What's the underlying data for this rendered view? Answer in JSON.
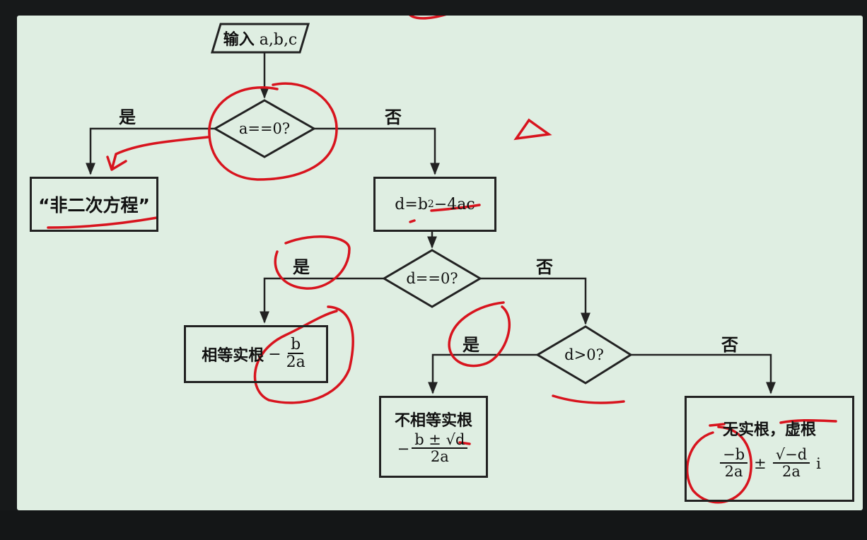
{
  "diagram": {
    "input": {
      "label": "输入",
      "vars": "a,b,c"
    },
    "decision_a": {
      "label": "a==0?"
    },
    "decision_a_yes": "是",
    "decision_a_no": "否",
    "non_quadratic": {
      "text": "“非二次方程”"
    },
    "discriminant": {
      "prefix": "d=b",
      "sup": "2",
      "suffix": "−4ac"
    },
    "decision_d_eq": {
      "label": "d==0?"
    },
    "decision_d_eq_yes": "是",
    "decision_d_eq_no": "否",
    "equal_roots": {
      "label": "相等实根",
      "sign": "−",
      "num": "b",
      "den": "2a"
    },
    "decision_d_gt": {
      "label": "d>0?"
    },
    "decision_d_gt_yes": "是",
    "decision_d_gt_no": "否",
    "unequal_roots": {
      "label": "不相等实根",
      "sign": "−",
      "num": "b ± √d",
      "den": "2a"
    },
    "no_real_roots": {
      "label": "无实根，虚根",
      "num1": "−b",
      "den1": "2a",
      "pm": "±",
      "num2": "√−d",
      "den2": "2a",
      "imag": "i"
    }
  },
  "colors": {
    "background": "#dfeee2",
    "ink": "#222222",
    "annotation": "#d8141e"
  }
}
